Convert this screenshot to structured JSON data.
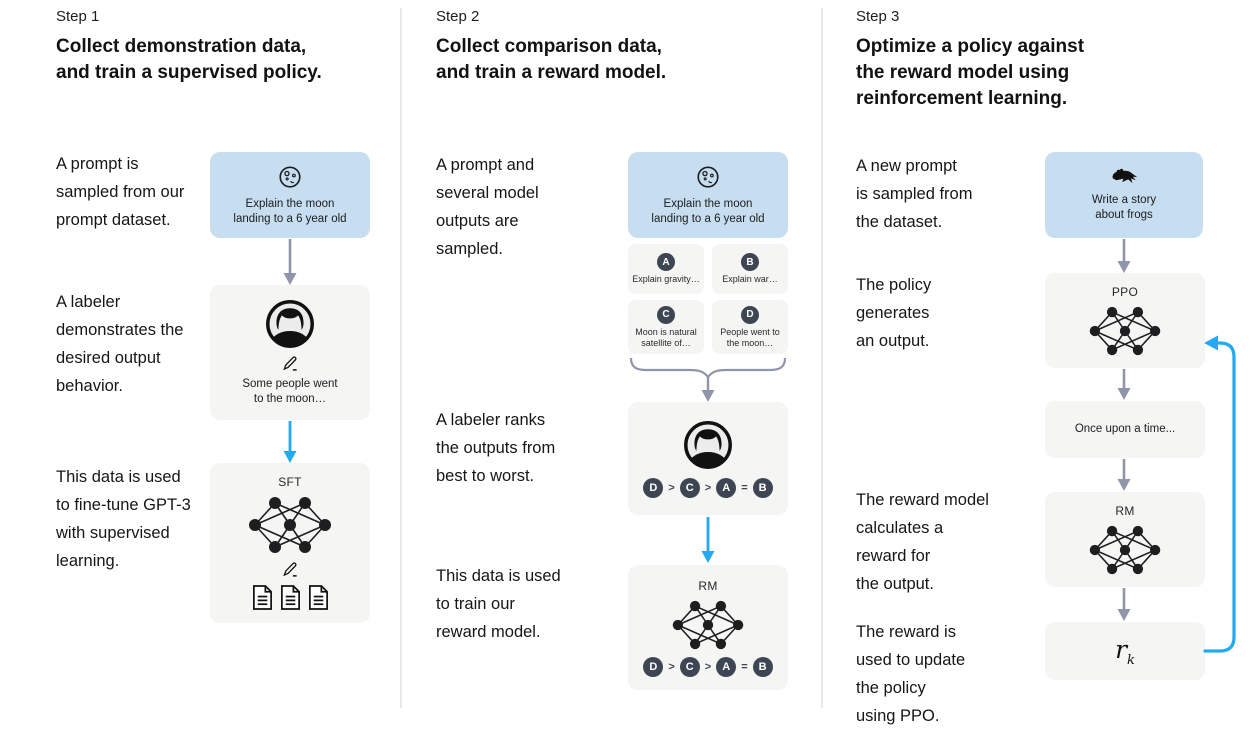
{
  "colors": {
    "prompt_box_blue": "#c7def0",
    "node_box_gray": "#f5f5f3",
    "badge_dark": "#3e4654",
    "arrow_gray": "#9195a9",
    "arrow_blue": "#24aaf2",
    "divider": "#e8e8e8"
  },
  "step1": {
    "label": "Step 1",
    "title": "Collect demonstration data,\nand train a supervised policy.",
    "caption_prompt": "A prompt is\nsampled from our\nprompt dataset.",
    "caption_labeler": "A labeler\ndemonstrates the\ndesired output\nbehavior.",
    "caption_finetune": "This data is used\nto fine-tune GPT-3\nwith supervised\nlearning.",
    "prompt_box": {
      "text": "Explain the moon\nlanding to a 6 year old"
    },
    "labeler_box": {
      "text": "Some people went\nto the moon…"
    },
    "sft_box": {
      "label": "SFT"
    }
  },
  "step2": {
    "label": "Step 2",
    "title": "Collect comparison data,\nand train a reward model.",
    "caption_sampled": "A prompt and\nseveral model\noutputs are\nsampled.",
    "caption_ranks": "A labeler ranks\nthe outputs from\nbest to worst.",
    "caption_train": "This data is used\nto train our\nreward model.",
    "prompt_box": {
      "text": "Explain the moon\nlanding to a 6 year old"
    },
    "outputs": [
      {
        "letter": "A",
        "text": "Explain gravity…"
      },
      {
        "letter": "B",
        "text": "Explain war…"
      },
      {
        "letter": "C",
        "text": "Moon is natural\nsatellite of…"
      },
      {
        "letter": "D",
        "text": "People went to\nthe moon…"
      }
    ],
    "ranking": [
      "D",
      ">",
      "C",
      ">",
      "A",
      "=",
      "B"
    ],
    "rm_box": {
      "label": "RM"
    }
  },
  "step3": {
    "label": "Step 3",
    "title": "Optimize a policy against\nthe reward model using\nreinforcement learning.",
    "caption_new_prompt": "A new prompt\nis sampled from\nthe dataset.",
    "caption_policy": "The policy\ngenerates\nan output.",
    "caption_reward": "The reward model\ncalculates a\nreward for\nthe output.",
    "caption_update": "The reward is\nused to update\nthe policy\nusing PPO.",
    "prompt_box": {
      "text": "Write a story\nabout frogs"
    },
    "ppo_box": {
      "label": "PPO"
    },
    "output_box": {
      "text": "Once upon a time..."
    },
    "rm_box": {
      "label": "RM"
    },
    "reward_box": {
      "base": "r",
      "sub": "k"
    }
  }
}
